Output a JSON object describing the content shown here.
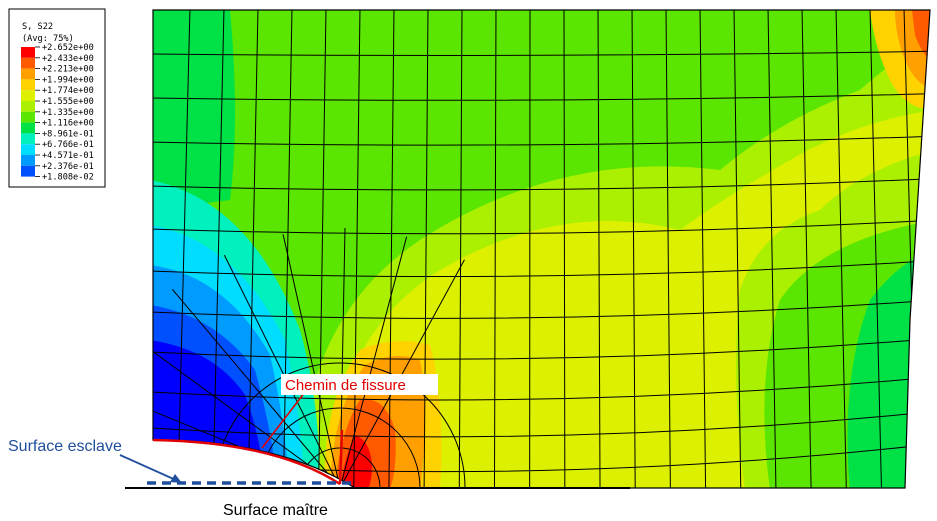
{
  "legend": {
    "title_line1": "S, S22",
    "title_line2": "(Avg: 75%)",
    "entries": [
      {
        "label": "+2.652e+00",
        "color": "#ff0000"
      },
      {
        "label": "+2.433e+00",
        "color": "#ff5a00"
      },
      {
        "label": "+2.213e+00",
        "color": "#ffa000"
      },
      {
        "label": "+1.994e+00",
        "color": "#ffd200"
      },
      {
        "label": "+1.774e+00",
        "color": "#dcf000"
      },
      {
        "label": "+1.555e+00",
        "color": "#aaf000"
      },
      {
        "label": "+1.335e+00",
        "color": "#5ae600"
      },
      {
        "label": "+1.116e+00",
        "color": "#00e146"
      },
      {
        "label": "+8.961e-01",
        "color": "#00f0be"
      },
      {
        "label": "+6.766e-01",
        "color": "#00ddff"
      },
      {
        "label": "+4.571e-01",
        "color": "#009bff"
      },
      {
        "label": "+2.376e-01",
        "color": "#0050ff"
      },
      {
        "label": "+1.808e-02",
        "color": "#0000ff"
      }
    ]
  },
  "annotations": {
    "crack_path": "Chemin de fissure",
    "slave_surface": "Surface esclave",
    "master_surface": "Surface maître"
  },
  "colors": {
    "annotation_red": "#e00000",
    "annotation_blue": "#1f4e9c",
    "mesh_line": "#000000"
  }
}
